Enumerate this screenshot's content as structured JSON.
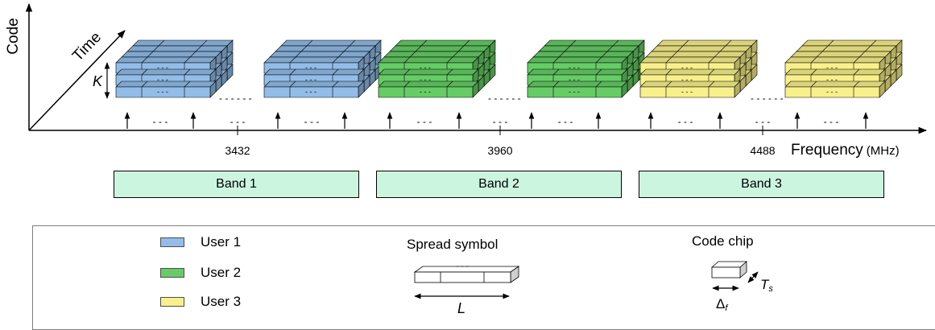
{
  "axes": {
    "y_label": "Code",
    "x_label": "Frequency",
    "x_unit": "(MHz)",
    "depth_label": "Time",
    "k_label": "K"
  },
  "frequency_ticks": [
    "3432",
    "3960",
    "4488"
  ],
  "bands": [
    {
      "label": "Band 1"
    },
    {
      "label": "Band 2"
    },
    {
      "label": "Band 3"
    }
  ],
  "users": [
    {
      "label": "User 1",
      "color": "#92bde8"
    },
    {
      "label": "User 2",
      "color": "#66cc66"
    },
    {
      "label": "User 3",
      "color": "#f8f08a"
    }
  ],
  "legend": {
    "spread_symbol": "Spread symbol",
    "spread_symbol_length": "L",
    "code_chip": "Code chip",
    "chip_time": "T",
    "chip_time_sub": "s",
    "chip_freq": "Δ",
    "chip_freq_sub": "f"
  },
  "dots": "- - -",
  "dash": "- - - - - -"
}
